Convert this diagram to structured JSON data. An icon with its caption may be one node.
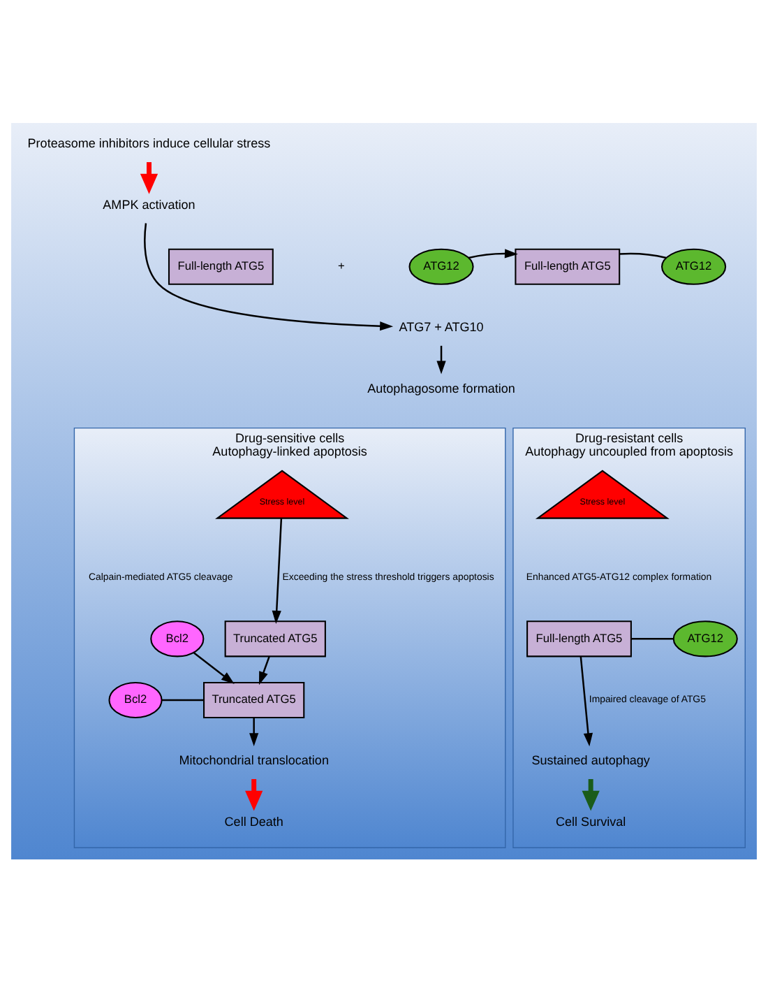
{
  "diagram": {
    "nodes": [
      {
        "text": [
          "Proteasome inhibitors induce cellular stress"
        ]
      },
      {
        "text": [
          "AMPK activation"
        ]
      },
      {
        "text": [
          "Full-length ATG5"
        ]
      },
      {
        "text": [
          "ATG12"
        ]
      },
      {
        "text": [
          "Full-length ATG5"
        ]
      },
      {
        "text": [
          "ATG12"
        ]
      },
      {
        "text": [
          "ATG7 + ATG10"
        ]
      },
      {
        "text": [
          "Autophagosome formation"
        ]
      },
      {
        "text": [
          "Drug-sensitive cells",
          "Autophagy-linked apoptosis"
        ]
      },
      {
        "text": [
          "Stress level"
        ],
        "in": 8
      },
      {
        "text": [
          "Truncated ATG5"
        ],
        "in": 8
      },
      {
        "text": [
          "Bcl2"
        ],
        "in": 8
      },
      {
        "text": [
          "Bcl2"
        ],
        "in": 8
      },
      {
        "text": [
          "Truncated ATG5"
        ],
        "in": 8
      },
      {
        "text": [
          "Mitochondrial translocation"
        ],
        "in": 8
      },
      {
        "text": [
          "Cell Death"
        ],
        "in": 8
      },
      {
        "text": [
          "Drug-resistant cells",
          "Autophagy uncoupled from apoptosis"
        ]
      },
      {
        "text": [
          "Stress level"
        ],
        "in": 16
      },
      {
        "text": [
          "Full-length ATG5"
        ],
        "in": 16
      },
      {
        "text": [
          "ATG12"
        ],
        "in": 16
      },
      {
        "text": [
          "Sustained autophagy"
        ],
        "in": 16
      },
      {
        "text": [
          "Cell Survival"
        ],
        "in": 16
      }
    ],
    "edges": [
      {
        "from": 0,
        "to": 1,
        "arrow": "to",
        "style": "thick",
        "color": "#ff0000"
      },
      {
        "from": 1,
        "to": 6,
        "arrow": "to"
      },
      {
        "from": 3,
        "to": 4,
        "arrow": "to"
      },
      {
        "from": 4,
        "to": 5,
        "arrow": "none"
      },
      {
        "from": 6,
        "to": 7,
        "arrow": "to"
      },
      {
        "from": 9,
        "to": 10,
        "arrow": "to",
        "label": "Exceeding the stress threshold triggers apoptosis"
      },
      {
        "from": 10,
        "to": 13,
        "arrow": "to"
      },
      {
        "from": 11,
        "to": 13,
        "arrow": "to"
      },
      {
        "from": 12,
        "to": 13,
        "arrow": "none"
      },
      {
        "from": 13,
        "to": 14,
        "arrow": "to"
      },
      {
        "from": 14,
        "to": 15,
        "arrow": "to",
        "style": "thick",
        "color": "#ff0000"
      },
      {
        "from": 18,
        "to": 19,
        "arrow": "none"
      },
      {
        "from": 18,
        "to": 20,
        "arrow": "to",
        "label": "Impaired cleavage of ATG5"
      },
      {
        "from": 20,
        "to": 21,
        "arrow": "to",
        "style": "thick",
        "color": "#1a5c1a"
      }
    ],
    "labels": [
      "+",
      "Calpain-mediated ATG5 cleavage",
      "Enhanced ATG5-ATG12 complex formation"
    ]
  }
}
